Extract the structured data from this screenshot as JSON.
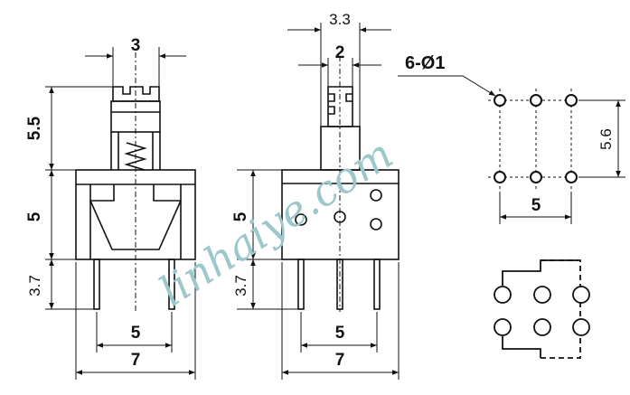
{
  "front_view": {
    "dim_width_top": "3",
    "dim_height_actuator": "5.5",
    "dim_height_body": "5",
    "dim_height_pins": "3.7",
    "dim_pin_pitch": "5",
    "dim_body_width": "7"
  },
  "side_view": {
    "dim_top_outer": "3.3",
    "dim_top_inner": "2",
    "dim_height_body": "5",
    "dim_height_pins": "3.7",
    "dim_pin_pitch": "5",
    "dim_body_width": "7"
  },
  "footprint": {
    "hole_callout": "6-Ø1",
    "dim_row_spacing": "5.6",
    "dim_column_span": "5"
  },
  "watermark": {
    "text": "linhaiye.com",
    "color": "#9cc8cc"
  },
  "colors": {
    "line": "#111111",
    "background": "#ffffff"
  }
}
